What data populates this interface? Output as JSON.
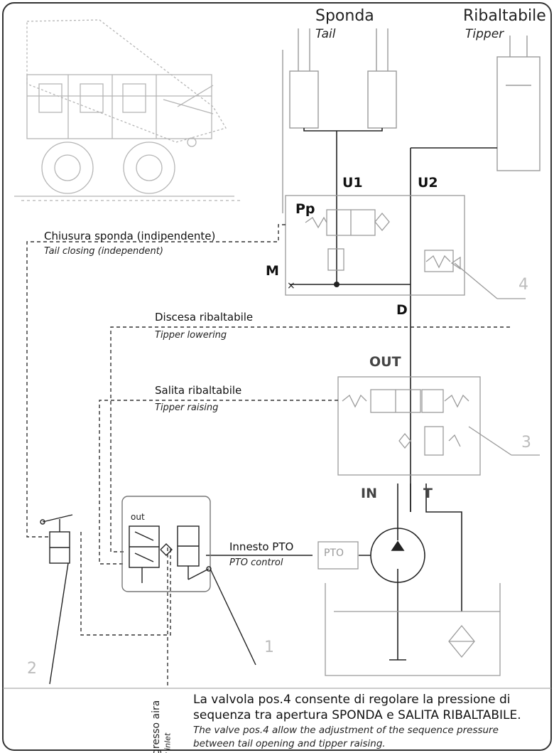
{
  "columns": {
    "tail": {
      "it": "Sponda",
      "en": "Tail"
    },
    "tipper": {
      "it": "Ribaltabile",
      "en": "Tipper"
    }
  },
  "ports": {
    "u1": "U1",
    "u2": "U2",
    "pp": "Pp",
    "m": "M",
    "d": "D",
    "out": "OUT",
    "in": "IN",
    "t": "T",
    "out_small": "out",
    "pto_box": "PTO"
  },
  "lines": {
    "tail_closing": {
      "it": "Chiusura sponda (indipendente)",
      "en": "Tail closing (independent)"
    },
    "tipper_lowering": {
      "it": "Discesa ribaltabile",
      "en": "Tipper lowering"
    },
    "tipper_raising": {
      "it": "Salita ribaltabile",
      "en": "Tipper raising"
    },
    "pto_control": {
      "it": "Innesto PTO",
      "en": "PTO control"
    },
    "air_inlet": {
      "it": "Ingresso aira",
      "en": "Air inlet"
    }
  },
  "position_numbers": {
    "p1": "1",
    "p2": "2",
    "p3": "3",
    "p4": "4"
  },
  "caption": {
    "it_line1": "La valvola pos.4 consente di regolare la pressione di",
    "it_line2": "sequenza tra apertura SPONDA e SALITA RIBALTABILE.",
    "en_line1": "The valve pos.4 allow the adjustment of the sequence pressure",
    "en_line2": "between tail opening and tipper raising."
  },
  "colors": {
    "line": "#222222",
    "grey_line": "#b5b5b5",
    "grey_text": "#bcbcbc"
  }
}
